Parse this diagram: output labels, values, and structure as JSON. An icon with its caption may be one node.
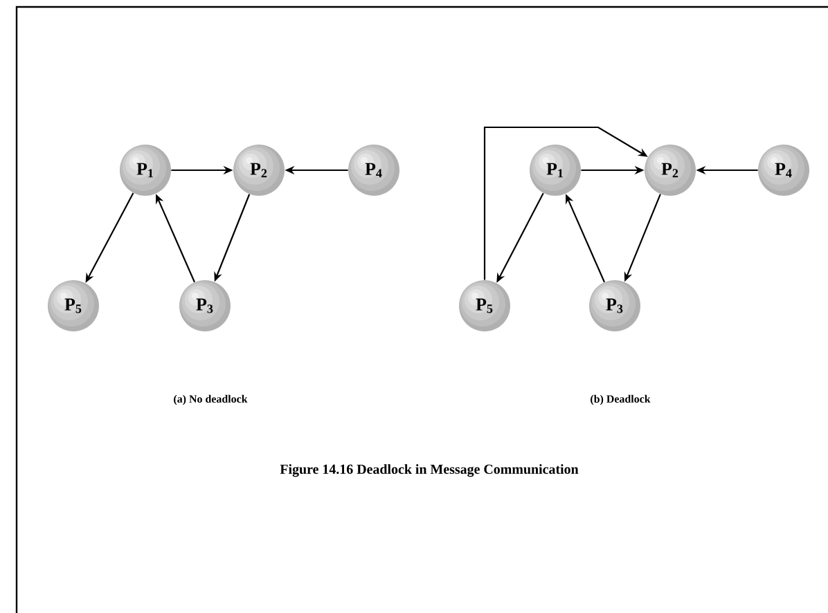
{
  "diagram": {
    "caption": "Figure 14.16   Deadlock in Message Communication",
    "nodes": [
      {
        "text": [
          "P$_{1}$"
        ]
      },
      {
        "text": [
          "P$_{2}$"
        ]
      },
      {
        "text": [
          "P$_{4}$"
        ]
      },
      {
        "text": [
          "P$_{5}$"
        ]
      },
      {
        "text": [
          "P$_{3}$"
        ]
      },
      {
        "text": [
          "P$_{1}$"
        ]
      },
      {
        "text": [
          "P$_{2}$"
        ]
      },
      {
        "text": [
          "P$_{4}$"
        ]
      },
      {
        "text": [
          "P$_{5}$"
        ]
      },
      {
        "text": [
          "P$_{3}$"
        ]
      }
    ],
    "edges": [
      {
        "from": 0,
        "to": 1,
        "arrow": "to"
      },
      {
        "from": 2,
        "to": 1,
        "arrow": "to"
      },
      {
        "from": 0,
        "to": 3,
        "arrow": "to"
      },
      {
        "from": 4,
        "to": 0,
        "arrow": "to"
      },
      {
        "from": 1,
        "to": 4,
        "arrow": "to"
      },
      {
        "from": 8,
        "to": 6,
        "arrow": "to"
      },
      {
        "from": 5,
        "to": 6,
        "arrow": "to"
      },
      {
        "from": 7,
        "to": 6,
        "arrow": "to"
      },
      {
        "from": 5,
        "to": 8,
        "arrow": "to"
      },
      {
        "from": 9,
        "to": 5,
        "arrow": "to"
      },
      {
        "from": 6,
        "to": 9,
        "arrow": "to"
      }
    ],
    "labels": [
      "(a) No deadlock",
      "(b) Deadlock"
    ]
  }
}
